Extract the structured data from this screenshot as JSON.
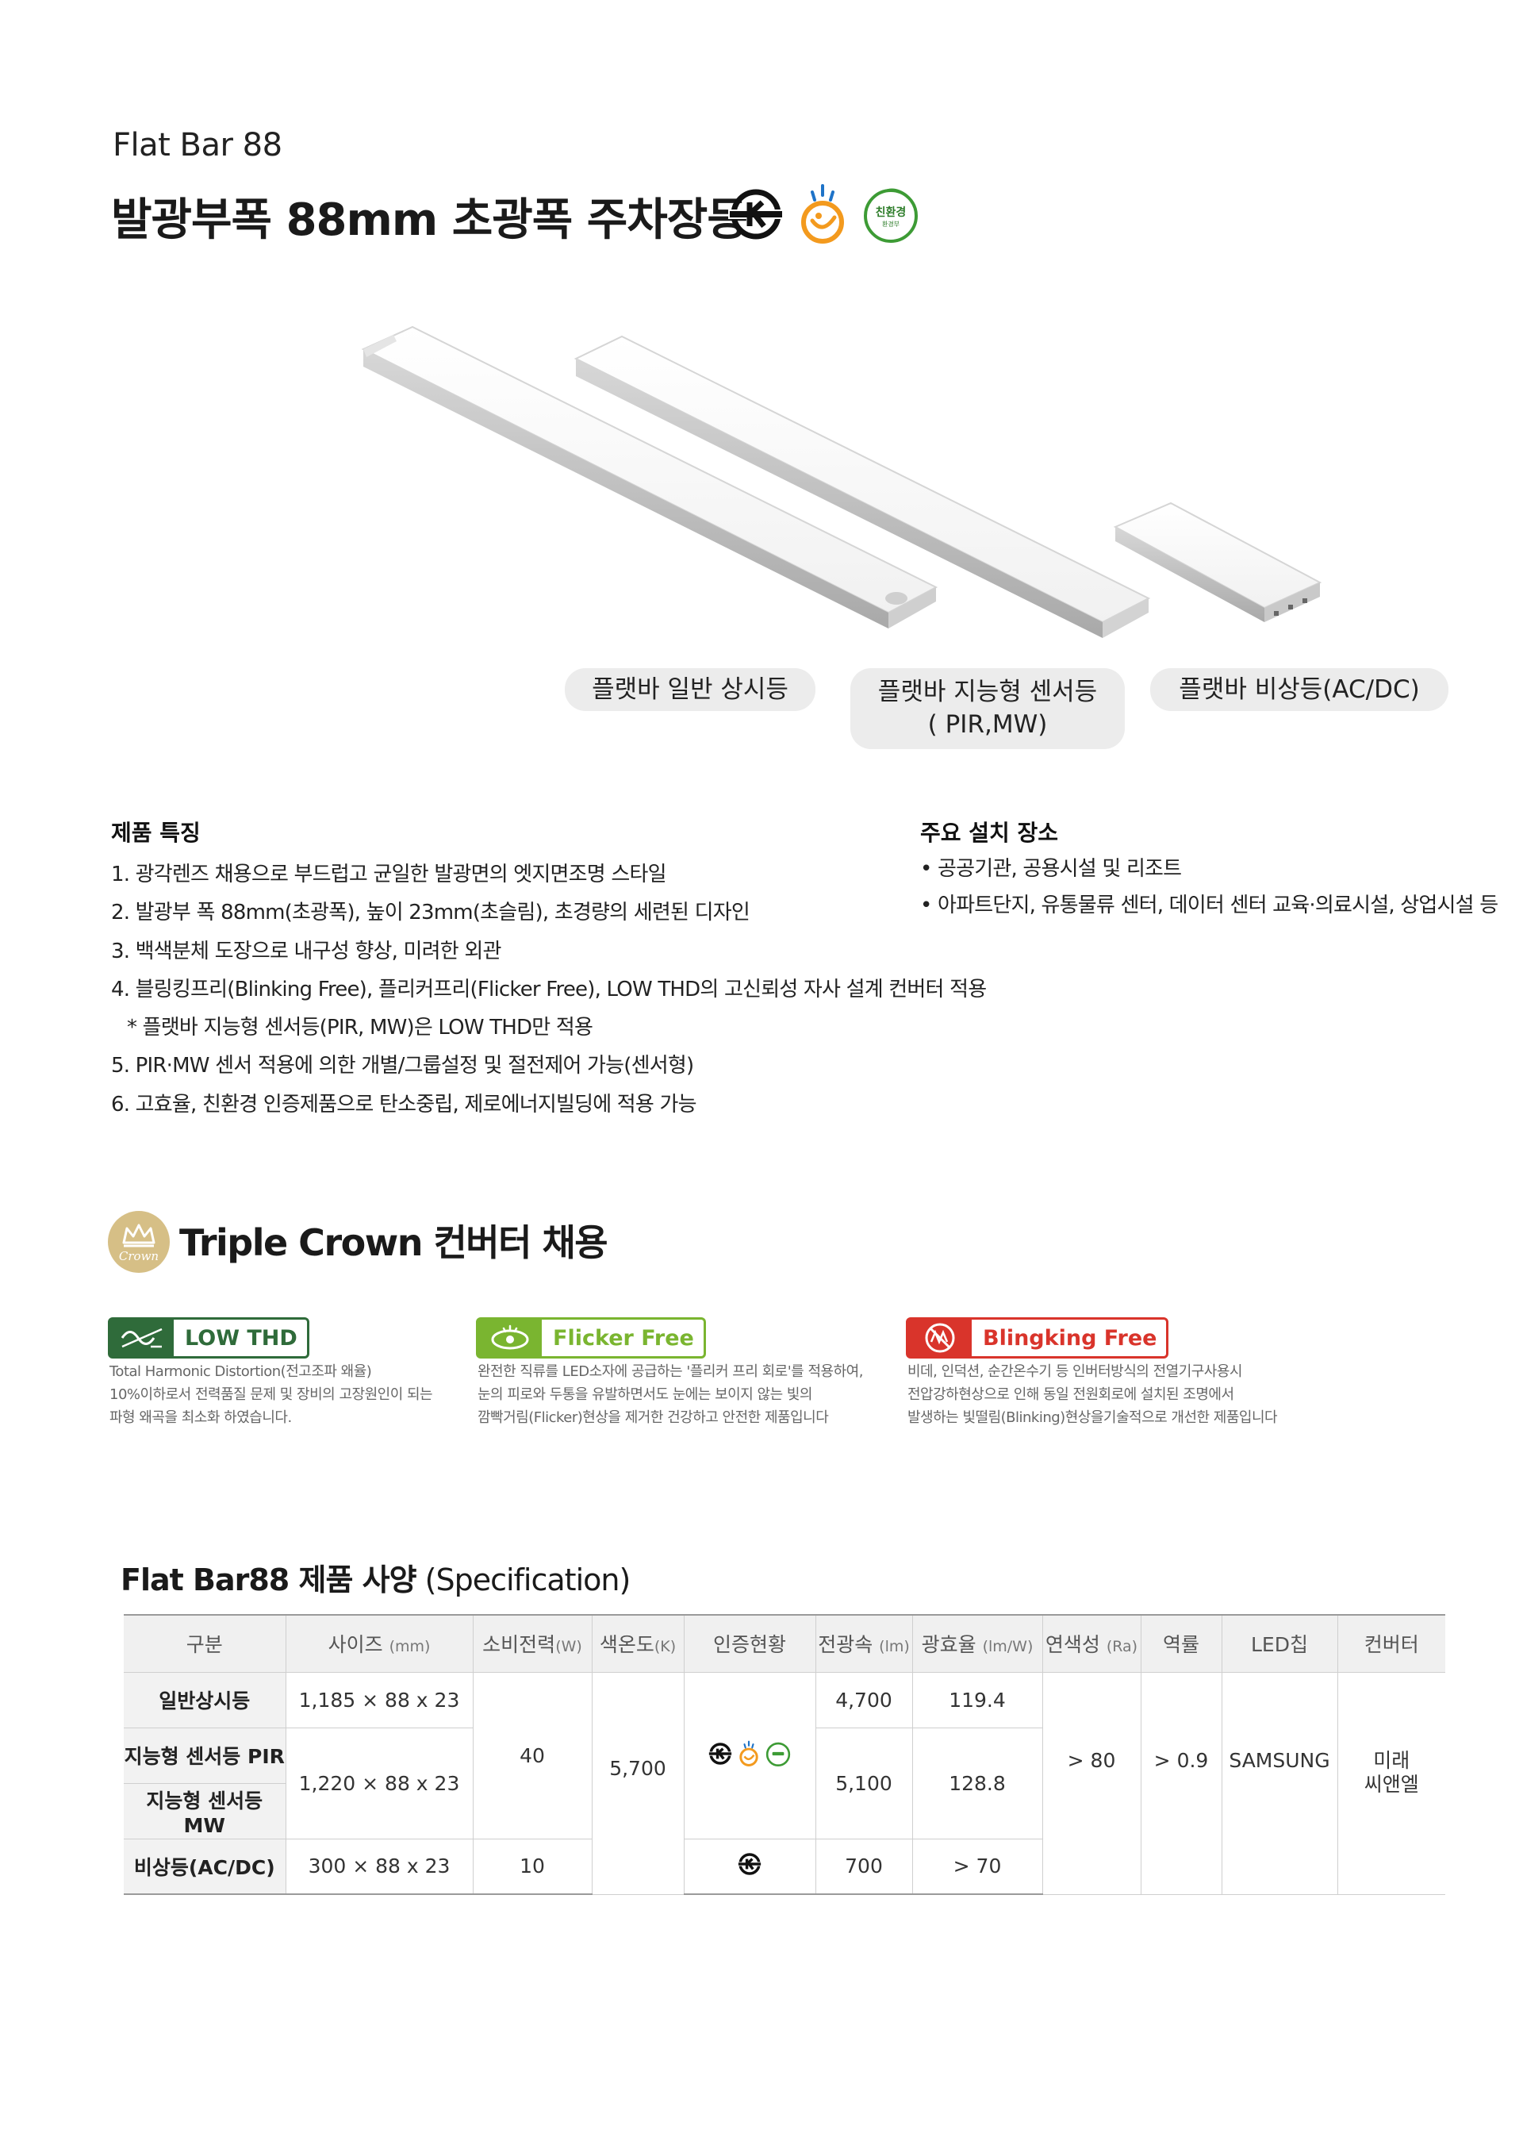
{
  "header": {
    "subtitle": "Flat Bar 88",
    "title": "발광부폭 88mm 초광폭 주차장등",
    "eco_badge_text": "친환경",
    "eco_badge_sub": "환경부"
  },
  "products": {
    "labels": [
      "플랫바 일반 상시등",
      "플랫바 지능형 센서등",
      "( PIR,MW)",
      "플랫바 비상등(AC/DC)"
    ]
  },
  "features": {
    "heading": "제품 특징",
    "items": [
      "1. 광각렌즈 채용으로 부드럽고 균일한 발광면의 엣지면조명 스타일",
      "2. 발광부 폭 88mm(초광폭), 높이 23mm(초슬림), 초경량의 세련된 디자인",
      "3. 백색분체 도장으로 내구성 향상, 미려한 외관",
      "4. 블링킹프리(Blinking Free), 플리커프리(Flicker Free), LOW THD의 고신뢰성 자사 설계 컨버터 적용",
      "* 플랫바 지능형 센서등(PIR, MW)은 LOW THD만 적용",
      "5. PIR·MW 센서 적용에 의한 개별/그룹설정 및 절전제어 가능(센서형)",
      "6. 고효율, 친환경 인증제품으로 탄소중립, 제로에너지빌딩에 적용 가능"
    ]
  },
  "places": {
    "heading": "주요 설치 장소",
    "items": [
      "• 공공기관, 공용시설 및 리조트",
      "• 아파트단지, 유통물류 센터, 데이터 센터 교육·의료시설, 상업시설 등"
    ]
  },
  "triple_crown": {
    "logo_text": "Crown",
    "title": "Triple Crown 컨버터 채용",
    "badges": [
      {
        "label": "LOW THD",
        "color": "#2f6b3a",
        "desc": [
          "Total Harmonic Distortion(전고조파 왜율)",
          "10%이하로서 전력품질 문제 및 장비의 고장원인이 되는",
          "파형 왜곡을 최소화 하였습니다."
        ]
      },
      {
        "label": "Flicker Free",
        "color": "#7ab530",
        "desc": [
          "완전한 직류를 LED소자에 공급하는 '플리커 프리 회로'를 적용하여,",
          "눈의 피로와 두통을 유발하면서도 눈에는 보이지 않는 빛의",
          "깜빡거림(Flicker)현상을 제거한 건강하고 안전한 제품입니다"
        ]
      },
      {
        "label": "Blingking Free",
        "color": "#d9342b",
        "desc": [
          "비데, 인덕션, 순간온수기 등 인버터방식의 전열기구사용시",
          "전압강하현상으로 인해 동일 전원회로에 설치된 조명에서",
          "발생하는 빛떨림(Blinking)현상을기술적으로 개선한 제품입니다"
        ]
      }
    ]
  },
  "spec": {
    "title_bold": "Flat Bar88 제품 사양",
    "title_en": "(Specification)",
    "headers": [
      {
        "main": "구분",
        "unit": ""
      },
      {
        "main": "사이즈",
        "unit": "(mm)"
      },
      {
        "main": "소비전력",
        "unit": "(W)"
      },
      {
        "main": "색온도",
        "unit": "(K)"
      },
      {
        "main": "인증현황",
        "unit": ""
      },
      {
        "main": "전광속",
        "unit": "(lm)"
      },
      {
        "main": "광효율",
        "unit": "(lm/W)"
      },
      {
        "main": "연색성",
        "unit": "(Ra)"
      },
      {
        "main": "역률",
        "unit": ""
      },
      {
        "main": "LED칩",
        "unit": ""
      },
      {
        "main": "컨버터",
        "unit": ""
      }
    ],
    "rows": {
      "r1_name": "일반상시등",
      "r2_name": "지능형 센서등 PIR",
      "r3_name": "지능형 센서등 MW",
      "r4_name": "비상등(AC/DC)",
      "size_1": "1,185 × 88 x 23",
      "size_23": "1,220 × 88 x 23",
      "size_4": "300 × 88 x 23",
      "power_123": "40",
      "power_4": "10",
      "cct": "5,700",
      "lumen_1": "4,700",
      "lumen_23": "5,100",
      "lumen_4": "700",
      "eff_1": "119.4",
      "eff_23": "128.8",
      "eff_4": "> 70",
      "cri": "> 80",
      "pf": "> 0.9",
      "chip": "SAMSUNG",
      "converter_1": "미래",
      "converter_2": "씨앤엘"
    }
  }
}
